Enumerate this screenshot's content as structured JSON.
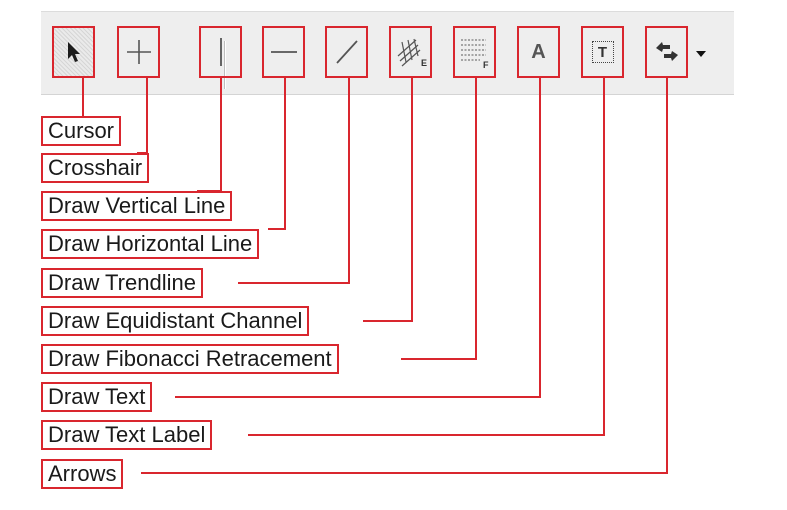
{
  "toolbar": {
    "tools": [
      {
        "id": "cursor",
        "icon": "arrow-pointer-icon",
        "label": "Cursor"
      },
      {
        "id": "crosshair",
        "icon": "crosshair-icon",
        "label": "Crosshair"
      },
      {
        "id": "vertical-line",
        "icon": "vertical-line-icon",
        "label": "Draw Vertical Line"
      },
      {
        "id": "horizontal-line",
        "icon": "horizontal-line-icon",
        "label": "Draw Horizontal Line"
      },
      {
        "id": "trendline",
        "icon": "trendline-icon",
        "label": "Draw Trendline"
      },
      {
        "id": "equidistant-channel",
        "icon": "equidistant-channel-icon",
        "label": "Draw Equidistant Channel",
        "badge": "E"
      },
      {
        "id": "fibonacci-retracement",
        "icon": "fibonacci-retracement-icon",
        "label": "Draw Fibonacci Retracement",
        "badge": "F"
      },
      {
        "id": "text",
        "icon": "text-icon",
        "label": "Draw Text",
        "glyph": "A"
      },
      {
        "id": "text-label",
        "icon": "text-label-icon",
        "label": "Draw Text Label",
        "glyph": "T"
      },
      {
        "id": "arrows",
        "icon": "arrows-icon",
        "label": "Arrows"
      }
    ],
    "dropdown_icon": "caret-down-icon"
  },
  "colors": {
    "highlight_red": "#d9262e",
    "toolbar_background": "#eeeeee",
    "icon_dark": "#3a3a3a",
    "label_text": "#1a1a1a"
  }
}
